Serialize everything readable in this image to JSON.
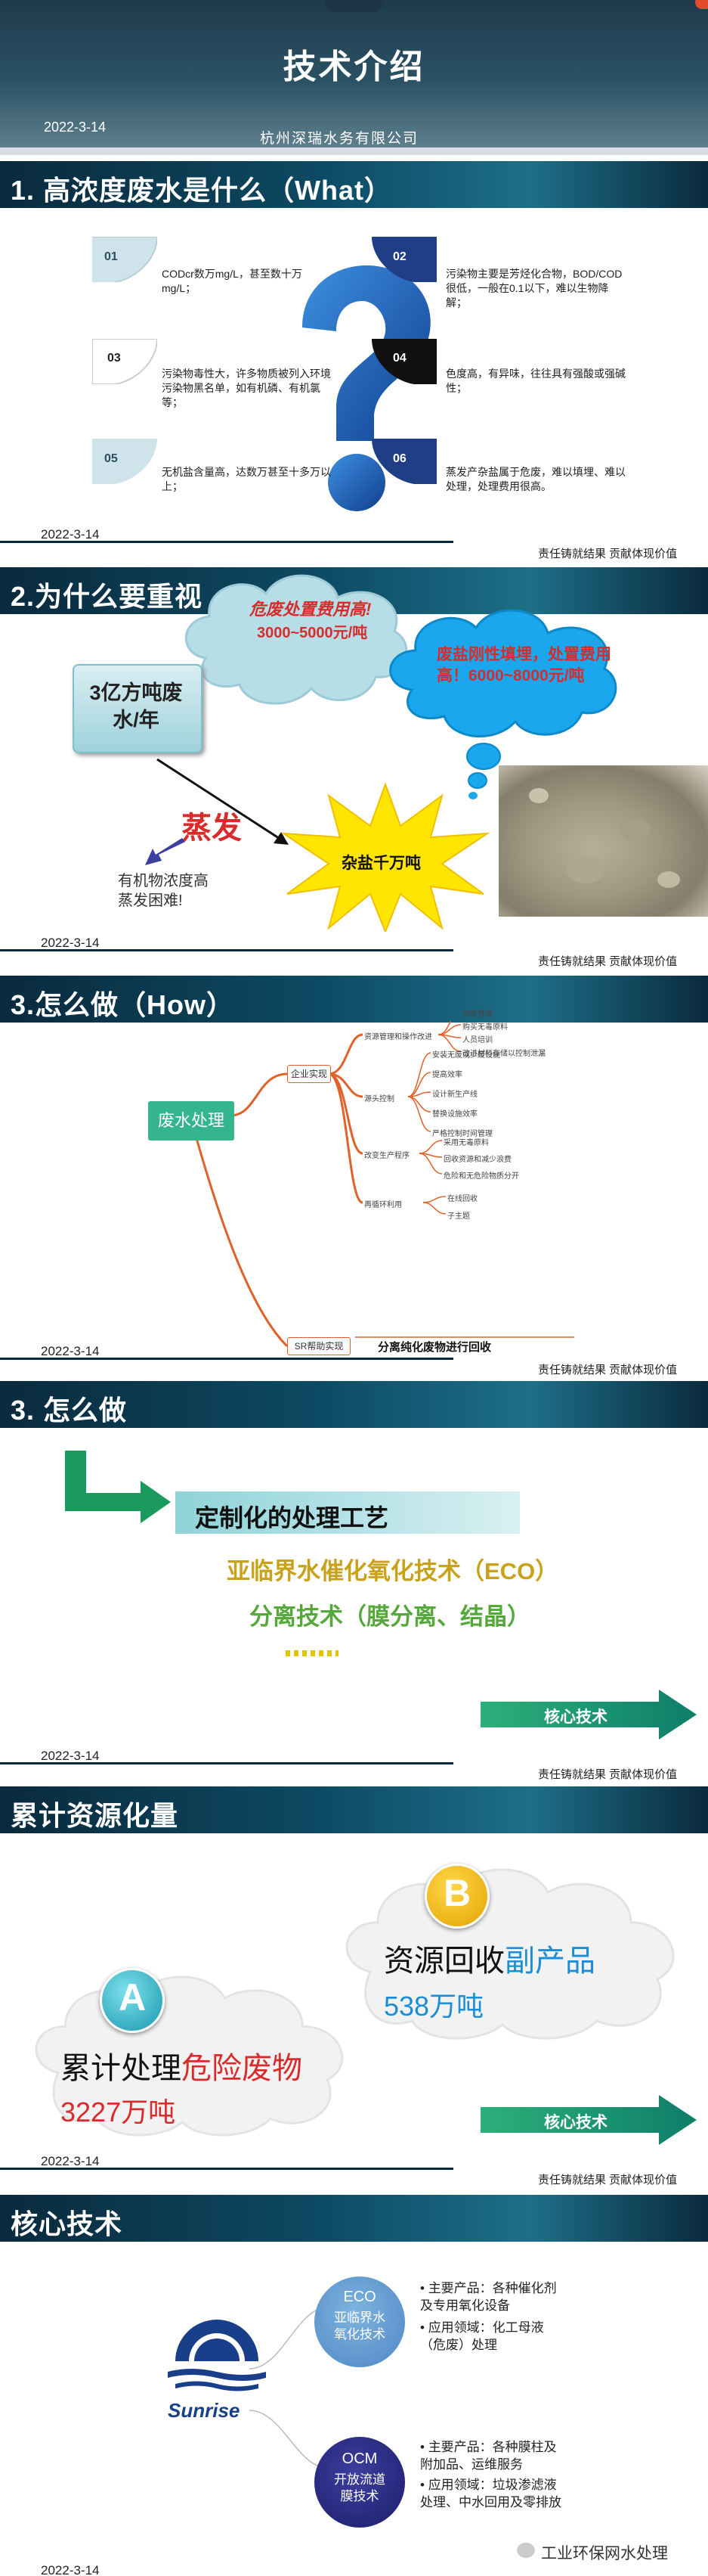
{
  "cover": {
    "title": "技术介绍",
    "date": "2022-3-14",
    "company": "杭州深瑞水务有限公司"
  },
  "footer": {
    "date": "2022-3-14",
    "motto": "责任铸就结果   贡献体现价值"
  },
  "s1": {
    "heading": "1. 高浓度废水是什么（What）",
    "items": [
      {
        "num": "01",
        "text": "CODcr数万mg/L，甚至数十万mg/L；"
      },
      {
        "num": "02",
        "text": "污染物主要是芳烃化合物，BOD/COD很低，一般在0.1以下，难以生物降解；"
      },
      {
        "num": "03",
        "text": "污染物毒性大，许多物质被列入环境污染物黑名单，如有机磷、有机氯等；"
      },
      {
        "num": "04",
        "text": "色度高，有异味，往往具有强酸或强碱性；"
      },
      {
        "num": "05",
        "text": "无机盐含量高，达数万甚至十多万以上；"
      },
      {
        "num": "06",
        "text": "蒸发产杂盐属于危废，难以填埋、难以处理，处理费用很高。"
      }
    ]
  },
  "s2": {
    "heading": "2.为什么要重视",
    "cloud1_line1": "危废处置费用高!",
    "cloud1_line2": "3000~5000元/吨",
    "cloud2_text": "废盐刚性填埋，处置费用高！6000~8000元/吨",
    "box_text": "3亿方吨废水/年",
    "evap": "蒸发",
    "evap_desc_1": "有机物浓度高",
    "evap_desc_2": "蒸发困难!",
    "star_text": "杂盐千万吨"
  },
  "s3": {
    "heading": "3.怎么做（How）",
    "root": "废水处理",
    "branch1": "企业实现",
    "branch2": "SR帮助实现",
    "branch2_text": "分离纯化废物进行回收",
    "sub1": "源头控制",
    "sub2": "改变生产程序",
    "sub3": "再循环利用",
    "sub0": "资源管理和操作改进",
    "leaves": [
      "物质替换",
      "购买无毒原料",
      "人员培训",
      "改进材料存储以控制泄漏",
      "安装无废或少废设施",
      "提高效率",
      "设计新生产线",
      "替换设施效率",
      "严格控制时间管理",
      "采用无毒原料",
      "回收资源和减少浪费",
      "危险和无危险物质分开",
      "在线回收",
      "子主题"
    ]
  },
  "s4": {
    "heading": "3. 怎么做",
    "bar": "定制化的处理工艺",
    "line1": "亚临界水催化氧化技术（ECO）",
    "line2": "分离技术（膜分离、结晶）",
    "button": "核心技术"
  },
  "s5": {
    "heading": "累计资源化量",
    "a_letter": "A",
    "a_label_pre": "累计处理",
    "a_label_em": "危险废物",
    "a_value": "3227万吨",
    "b_letter": "B",
    "b_label_pre": "资源回收",
    "b_label_em": "副产品",
    "b_value": "538万吨",
    "button": "核心技术"
  },
  "s6": {
    "heading": "核心技术",
    "logo_text": "Sunrise",
    "eco_title": "ECO",
    "eco_sub": "亚临界水氧化技术",
    "eco_b1": "主要产品：各种催化剂及专用氧化设备",
    "eco_b2": "应用领域：化工母液（危废）处理",
    "ocm_title": "OCM",
    "ocm_sub": "开放流道膜技术",
    "ocm_b1": "主要产品：各种膜柱及附加品、运维服务",
    "ocm_b2": "应用领域：垃圾渗滤液处理、中水回用及零排放",
    "date": "2022-3-14",
    "watermark": "工业环保网水处理"
  },
  "colors": {
    "navy": "#0a2a3d",
    "teal": "#1a8f86",
    "orange": "#e0622a",
    "red": "#d82c2c",
    "blue": "#1b8ed6"
  }
}
